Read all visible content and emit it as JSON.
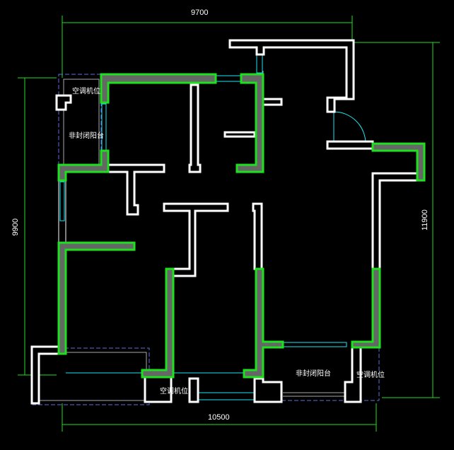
{
  "dimensions": {
    "top": "9700",
    "bottom": "10500",
    "left": "9900",
    "right": "11900"
  },
  "labels": {
    "ac_top_left": "空调机位",
    "balcony_left": "非封闭阳台",
    "ac_bottom": "空调机位",
    "balcony_bottom": "非封闭阳台",
    "ac_bottom_right": "空调机位"
  },
  "colors": {
    "wall_outline": "#ffffff",
    "structural_wall": "#1fe01f",
    "window": "#19e6f0",
    "dimension": "#1fe01f"
  }
}
